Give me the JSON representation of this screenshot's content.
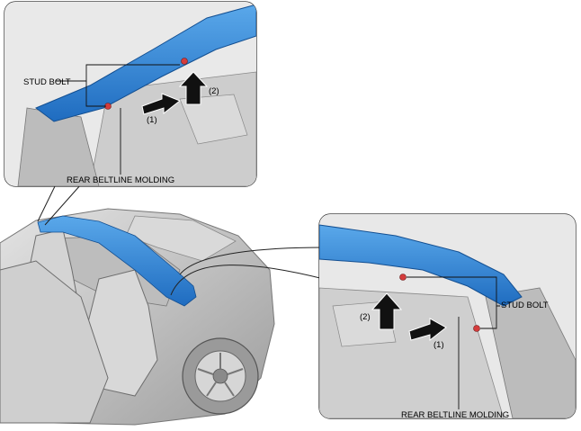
{
  "detail_top": {
    "label_stud": "STUD BOLT",
    "label_molding": "REAR BELTLINE MOLDING",
    "step_1": "(1)",
    "step_2": "(2)"
  },
  "detail_bottom": {
    "label_stud": "STUD BOLT",
    "label_molding": "REAR BELTLINE MOLDING",
    "step_1": "(1)",
    "step_2": "(2)"
  },
  "colors": {
    "molding": "#2a7fd4",
    "body_gray": "#c8c8c8",
    "bolt_red": "#d43c3c"
  }
}
